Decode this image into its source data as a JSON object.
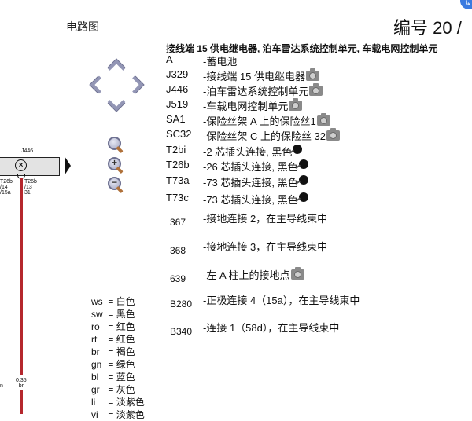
{
  "header": {
    "title": "电路图",
    "doc_number": "编号  20 /"
  },
  "legend": {
    "heading": "接线端 15 供电继电器, 泊车雷达系统控制单元, 车载电网控制单元",
    "items": [
      {
        "code": "A",
        "desc": "-蓄电池",
        "icon": ""
      },
      {
        "code": "J329",
        "desc": "-接线端 15 供电继电器",
        "icon": "camera-icon"
      },
      {
        "code": "J446",
        "desc": "-泊车雷达系统控制单元",
        "icon": "camera-icon"
      },
      {
        "code": "J519",
        "desc": "-车载电网控制单元",
        "icon": "camera-icon"
      },
      {
        "code": "SA1",
        "desc": "-保险丝架 A 上的保险丝1",
        "icon": "camera-icon"
      },
      {
        "code": "SC32",
        "desc": "-保险丝架 C 上的保险丝 32",
        "icon": "camera-icon"
      },
      {
        "code": "T2bi",
        "desc": "-2 芯插头连接, 黑色",
        "icon": "connector-icon"
      },
      {
        "code": "T26b",
        "desc": "-26 芯插头连接, 黑色",
        "icon": "connector-icon"
      },
      {
        "code": "T73a",
        "desc": "-73 芯插头连接, 黑色",
        "icon": "connector-icon"
      },
      {
        "code": "T73c",
        "desc": "-73 芯插头连接, 黑色",
        "icon": "connector-icon"
      },
      {
        "code": "367",
        "desc": "-接地连接 2，在主导线束中",
        "icon": ""
      },
      {
        "code": "368",
        "desc": "-接地连接 3，在主导线束中",
        "icon": ""
      },
      {
        "code": "639",
        "desc": "-左 A 柱上的接地点",
        "icon": "camera-icon"
      },
      {
        "code": "B280",
        "desc": "-正极连接 4（15a），在主导线束中",
        "icon": ""
      },
      {
        "code": "B340",
        "desc": "-连接 1（58d），在主导线束中",
        "icon": ""
      }
    ]
  },
  "nav_controls": {
    "pan_up": "pan-up",
    "pan_left": "pan-left",
    "pan_right": "pan-right",
    "pan_down": "pan-down",
    "zoom_fit": "zoom-fit",
    "zoom_in": "+",
    "zoom_out": "−"
  },
  "color_codes": [
    {
      "abbr": "ws",
      "name": "白色"
    },
    {
      "abbr": "sw",
      "name": "黑色"
    },
    {
      "abbr": "ro",
      "name": "红色"
    },
    {
      "abbr": "rt",
      "name": "红色"
    },
    {
      "abbr": "br",
      "name": "褐色"
    },
    {
      "abbr": "gn",
      "name": "绿色"
    },
    {
      "abbr": "bl",
      "name": "蓝色"
    },
    {
      "abbr": "gr",
      "name": "灰色"
    },
    {
      "abbr": "li",
      "name": "淡紫色"
    },
    {
      "abbr": "vi",
      "name": "淡紫色"
    }
  ],
  "diagram": {
    "component_label": "J446",
    "left_pin": [
      "T26b",
      "/14",
      "/15a"
    ],
    "right_pin": [
      "T26b",
      "/13",
      "31"
    ],
    "wire_size": "0.35",
    "wire_color": "br",
    "wire_hex": "#b5272d",
    "partial_left_label": "n"
  }
}
